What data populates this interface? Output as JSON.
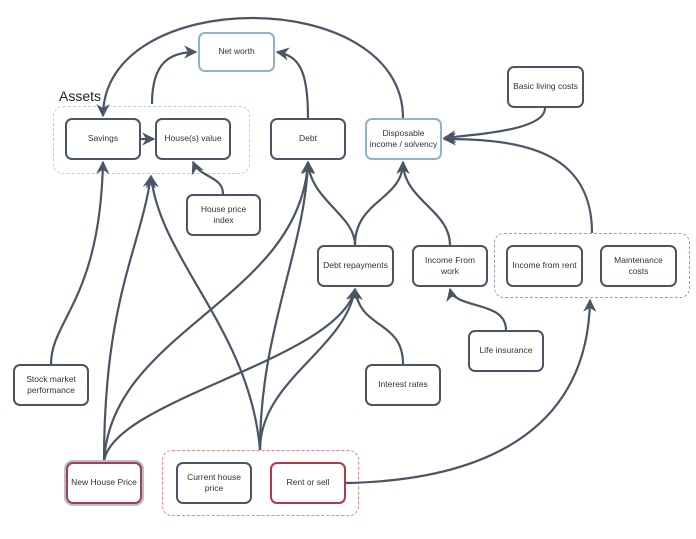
{
  "groups": {
    "assets_label": "Assets"
  },
  "nodes": {
    "net_worth": "Net worth",
    "savings": "Savings",
    "house_value": "House(s)  value",
    "debt": "Debt",
    "disposable_income": "Disposable income / solvency",
    "basic_living_costs": "Basic living costs",
    "house_price_index": "House price index",
    "debt_repayments": "Debt repayments",
    "income_from_work": "Income From work",
    "income_from_rent": "Income from rent",
    "maintenance_costs": "Maintenance costs",
    "life_insurance": "Life insurance",
    "stock_market": "Stock market performance",
    "interest_rates": "Interest rates",
    "new_house_price": "New House Price",
    "current_house_price": "Current house price",
    "rent_or_sell": "Rent or sell"
  },
  "colors": {
    "edge": "#4a5665",
    "highlight_blue": "#8fb3cf",
    "highlight_red": "#b23a48"
  }
}
